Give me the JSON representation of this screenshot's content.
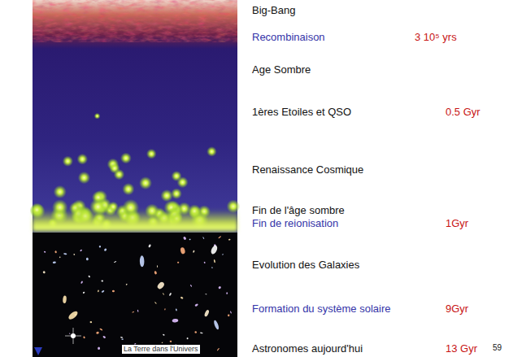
{
  "diagram": {
    "labels": [
      "Big-Bang",
      "Recombinaison",
      "3 10⁵ yrs",
      "Age Sombre",
      "1ères Etoiles et QSO",
      "0.5 Gyr",
      "Renaissance Cosmique",
      "Fin de l'âge sombre",
      "Fin de reionisation",
      "1Gyr",
      "Evolution des Galaxies",
      "Formation du système solaire",
      "9Gyr",
      "La Terre dans l'Univers",
      "Astronomes aujourd'hui",
      "13 Gyr",
      "59"
    ]
  }
}
